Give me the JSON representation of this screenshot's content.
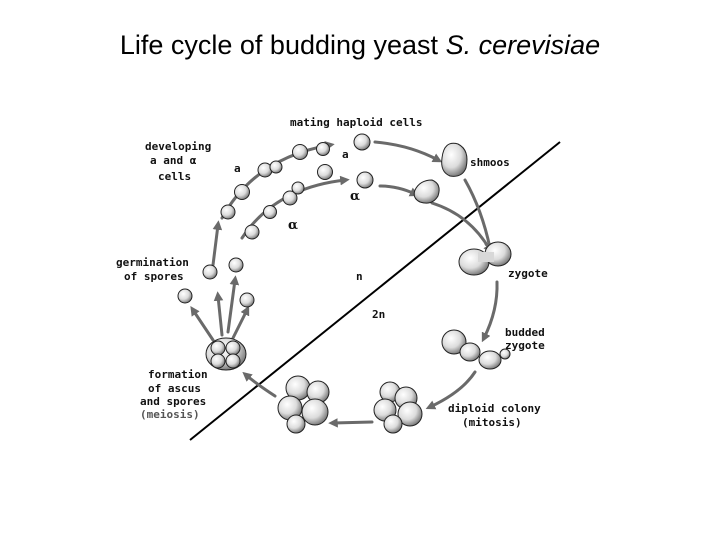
{
  "title": {
    "main": "Life cycle of budding yeast ",
    "species": "S. cerevisiae"
  },
  "labels": {
    "mating": "mating haploid cells",
    "developing_1": "developing",
    "developing_2": "a and α",
    "developing_3": "cells",
    "shmoos": "shmoos",
    "zygote": "zygote",
    "budded_1": "budded",
    "budded_2": "zygote",
    "diploid_1": "diploid colony",
    "diploid_2": "(mitosis)",
    "formation_1": "formation",
    "formation_2": "of ascus",
    "formation_3": "and spores",
    "formation_4": "(meiosis)",
    "germination_1": "germination",
    "germination_2": "of spores",
    "ploidy_haploid": "n",
    "ploidy_diploid": "2n",
    "mating_type_a": "a",
    "mating_type_alpha": "α"
  },
  "colors": {
    "arrow": "#6a6a6a",
    "divider": "#000000",
    "cell_stroke": "#222222"
  }
}
